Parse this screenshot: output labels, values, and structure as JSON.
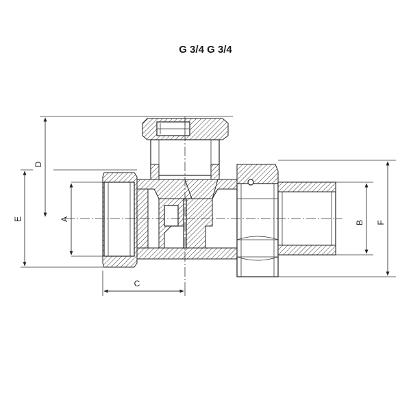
{
  "title": "G 3/4 G 3/4",
  "dimensions": {
    "A": "A",
    "B": "B",
    "C": "C",
    "D": "D",
    "E": "E",
    "F": "F"
  }
}
